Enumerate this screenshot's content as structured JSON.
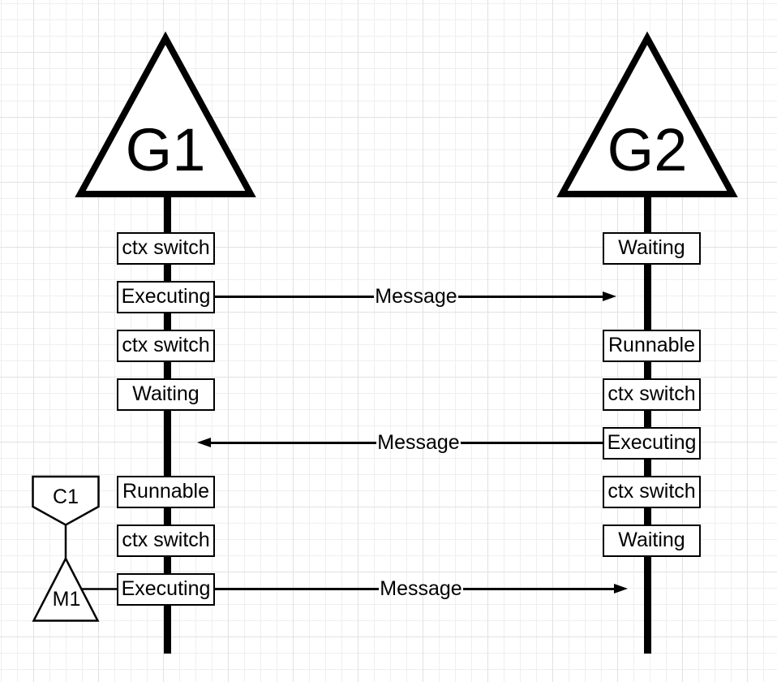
{
  "colors": {
    "stroke": "#000000",
    "shape_fill": "#ffffff",
    "background": "#ffffff",
    "grid_minor": "#efefef",
    "grid_major": "#e2e2e2"
  },
  "diagram": {
    "g1": {
      "label": "G1",
      "states": [
        "ctx switch",
        "Executing",
        "ctx switch",
        "Waiting",
        "Runnable",
        "ctx switch",
        "Executing"
      ]
    },
    "g2": {
      "label": "G2",
      "states": [
        "Waiting",
        "Runnable",
        "ctx switch",
        "Executing",
        "ctx switch",
        "Waiting"
      ]
    },
    "messages": [
      {
        "label": "Message",
        "from": "G1",
        "to": "G2",
        "direction": "right"
      },
      {
        "label": "Message",
        "from": "G2",
        "to": "G1",
        "direction": "left"
      },
      {
        "label": "Message",
        "from": "G1",
        "to": "G2",
        "direction": "right"
      }
    ],
    "channel": {
      "label": "C1"
    },
    "machine": {
      "label": "M1"
    }
  }
}
